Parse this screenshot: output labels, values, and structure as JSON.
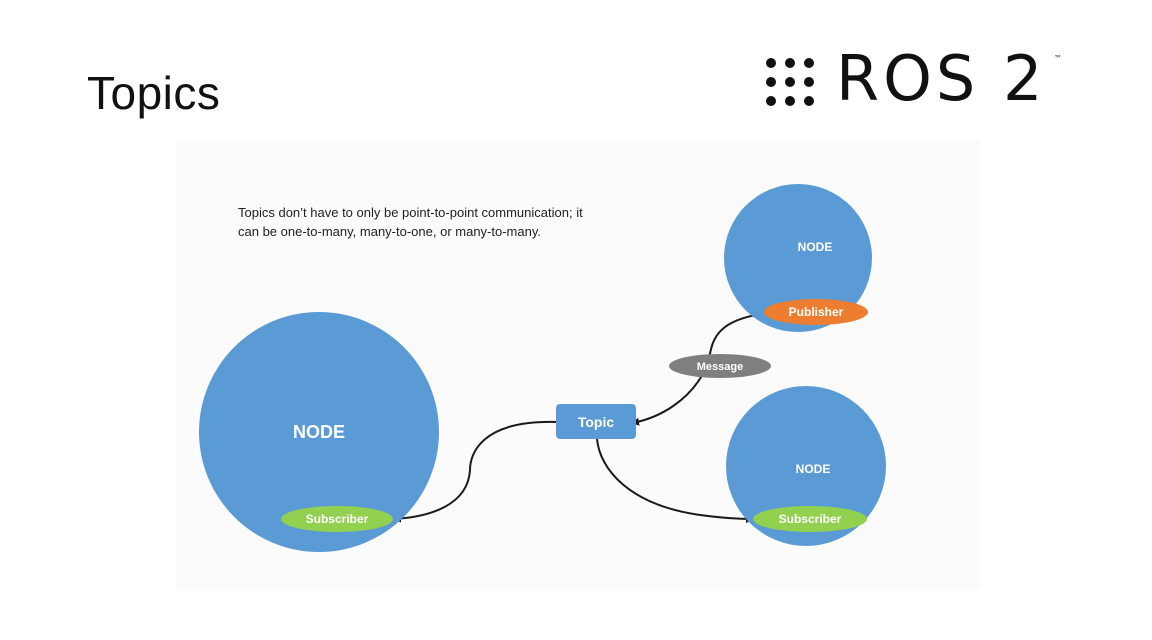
{
  "slide": {
    "title": "Topics"
  },
  "logo": {
    "text": "ROS 2",
    "trademark": "™"
  },
  "diagram": {
    "caption_lines": [
      "Topics don’t have to only be point-to-point communication; it",
      "can be one-to-many, many-to-one, or many-to-many."
    ],
    "nodes": {
      "left": {
        "label": "NODE",
        "port": "Subscriber"
      },
      "top_right": {
        "label": "NODE",
        "port": "Publisher"
      },
      "bottom_right": {
        "label": "NODE",
        "port": "Subscriber"
      }
    },
    "topic": "Topic",
    "message": "Message",
    "colors": {
      "node": "#5b9bd5",
      "publisher": "#ed7d31",
      "subscriber": "#92d050",
      "message": "#7f7f7f",
      "topic": "#5b9bd5",
      "arrow": "#1a1a1a"
    }
  }
}
